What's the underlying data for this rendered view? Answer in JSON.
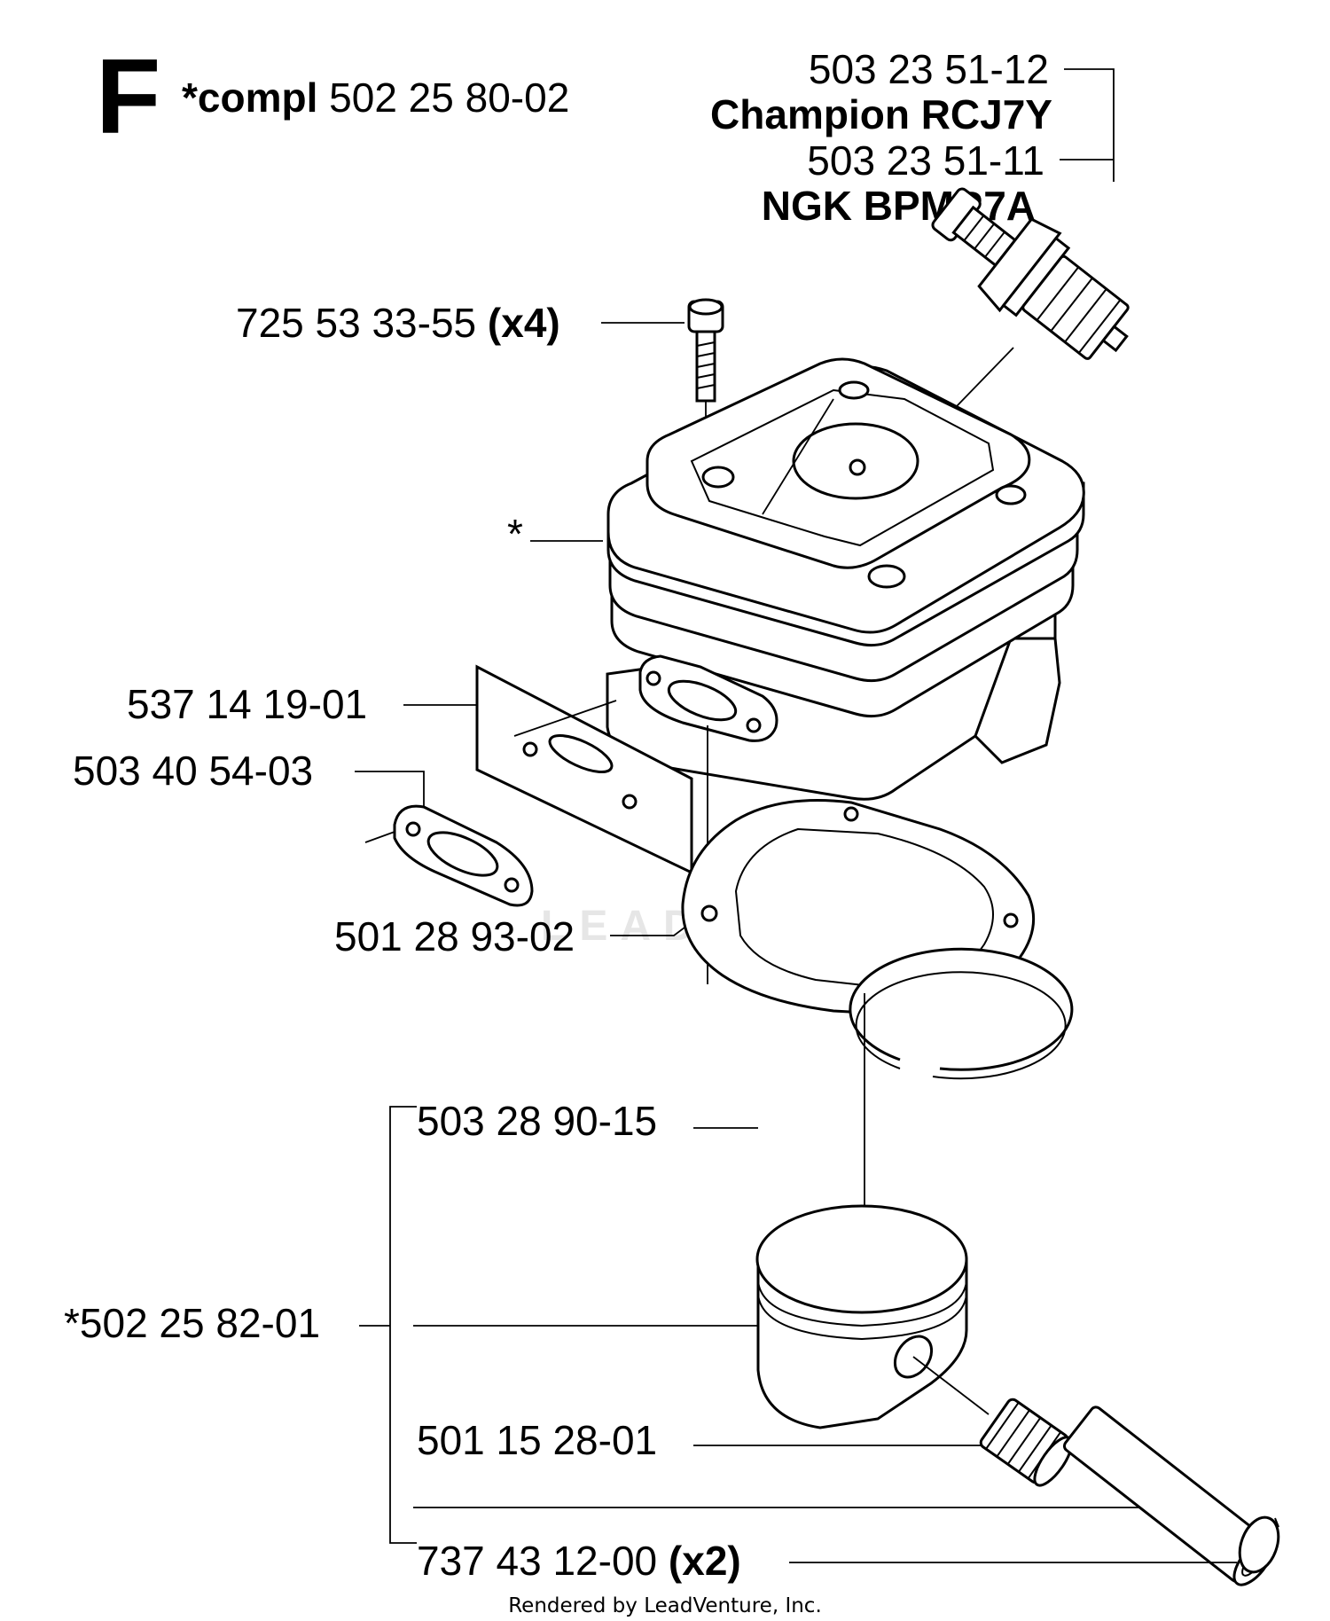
{
  "header": {
    "section_letter": "F",
    "compl_prefix": "*compl",
    "compl_number": "502  25 80-02"
  },
  "parts": {
    "spark_plug_champion_no": "503 23 51-12",
    "spark_plug_champion_name": "Champion RCJ7Y",
    "spark_plug_ngk_no": "503 23 51-11",
    "spark_plug_ngk_name": "NGK BPMR7A",
    "screw_no": "725 53 33-55",
    "screw_qty": "(x4)",
    "cylinder_star": "*",
    "plate_no": "537 14 19-01",
    "gasket_no": "503 40 54-03",
    "base_gasket_no": "501 28 93-02",
    "ring_no": "503 28 90-15",
    "piston_no": "*502 25 82-01",
    "bearing_no": "501 15 28-01",
    "circlip_no": "737 43 12-00",
    "circlip_qty": "(x2)"
  },
  "watermark": "LEADVENTURE",
  "footer": "Rendered by LeadVenture, Inc."
}
